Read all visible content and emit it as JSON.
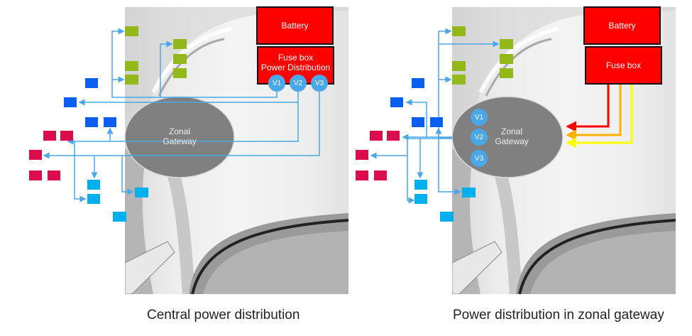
{
  "figure": {
    "left": {
      "caption": "Central power distribution",
      "battery_label": "Battery",
      "fusebox_line1": "Fuse box",
      "fusebox_line2": "Power Distribution",
      "gateway_line1": "Zonal",
      "gateway_line2": "Gateway",
      "voltages": [
        "V1",
        "V2",
        "V3"
      ]
    },
    "right": {
      "caption": "Power distribution in zonal gateway",
      "battery_label": "Battery",
      "fusebox_line1": "Fuse box",
      "gateway_line1": "Zonal",
      "gateway_line2": "Gateway",
      "voltages": [
        "V1",
        "V2",
        "V3"
      ]
    }
  },
  "colors": {
    "battery": "#ff0000",
    "wire": "#4aa8e8",
    "gateway": "#808080",
    "ecu_green": "#92b81a",
    "ecu_blue": "#0b5ff0",
    "ecu_crimson": "#dc0d4c",
    "ecu_cyan": "#00b0ee",
    "supply_red": "#ff0000",
    "supply_orange": "#ffb000",
    "supply_yellow": "#ffff00"
  }
}
